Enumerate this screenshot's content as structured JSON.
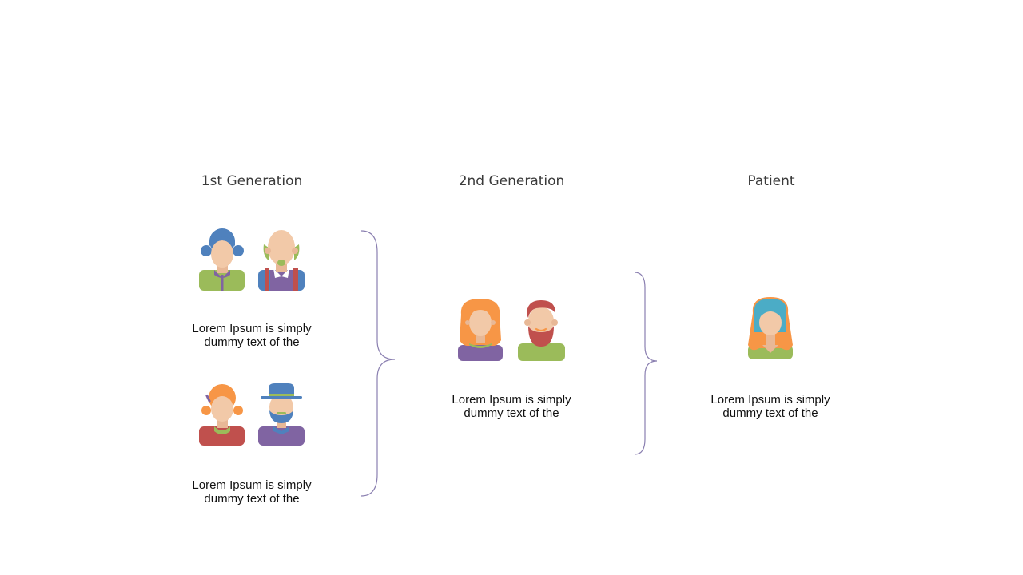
{
  "columns": {
    "first": {
      "heading": "1st Generation",
      "caption_top": {
        "line1": "Lorem Ipsum  is simply",
        "line2": "dummy  text of the"
      },
      "caption_bottom": {
        "line1": "Lorem Ipsum  is simply",
        "line2": "dummy  text of the"
      }
    },
    "second": {
      "heading": "2nd Generation",
      "caption": {
        "line1": "Lorem Ipsum  is simply",
        "line2": "dummy  text of the"
      }
    },
    "patient": {
      "heading": "Patient",
      "caption": {
        "line1": "Lorem Ipsum  is simply",
        "line2": "dummy  text of the"
      }
    }
  },
  "avatars": {
    "grandmother_paternal": "woman-blue-hair-icon",
    "grandfather_paternal": "bald-man-icon",
    "grandmother_maternal": "woman-orange-hair-icon",
    "grandfather_maternal": "man-blue-hat-icon",
    "mother": "woman-orange-long-hair-icon",
    "father": "man-red-beard-icon",
    "patient": "woman-teal-hair-icon"
  },
  "colors": {
    "brace": "#8a7fb0",
    "skin": "#f2c9a8",
    "green": "#9bbb5a",
    "blue": "#4f81bd",
    "purple": "#8064a2",
    "red": "#c0504d",
    "orange": "#f79646",
    "teal": "#4bacc6"
  }
}
